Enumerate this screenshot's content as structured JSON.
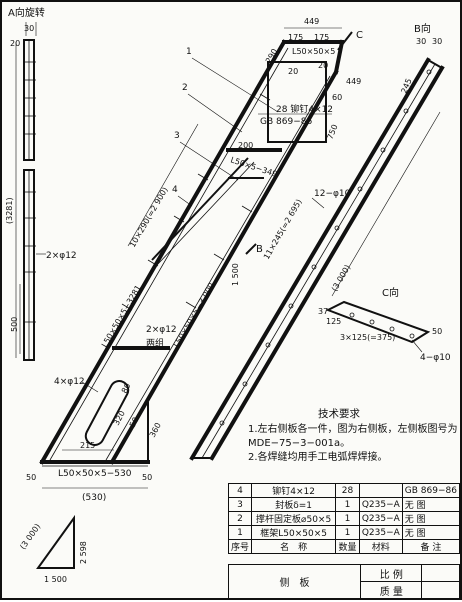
{
  "views": {
    "a_view": "A向旋转",
    "b_view": "B向",
    "c_view": "C向",
    "c_arrow": "C",
    "b_arrow": "B"
  },
  "dims": {
    "left_30": "30",
    "left_20": "20",
    "left_3281": "(3281)",
    "left_2phi12": "2×φ12",
    "left_500": "500",
    "top_449a": "449",
    "top_175a": "175",
    "top_175b": "175",
    "top_290": "290",
    "top_L50": "L50×50×5",
    "top_449b": "449",
    "top_20a": "20",
    "top_20b": "20",
    "top_60": "60",
    "top_750": "750",
    "rivet_note": "28  铆钉4×12",
    "gb_note": "GB 869−86",
    "mid_200": "200",
    "mid_L50_349": "L50×5−349",
    "mid_2900": "10×290(=2 900)",
    "long_L50_3281": "L50×50×5−3281",
    "long_L50_3000": "L50×50×5−3 000",
    "phi_1500": "1 500",
    "two_phi12": "2×φ12",
    "two_sets": "两组",
    "b_label": "B",
    "p_2695": "11×245(=2 695)",
    "p_12phi10": "12−φ10",
    "p_3000": "(3 000)",
    "b_245": "245",
    "b_30a": "30",
    "b_30b": "30",
    "four_phi12": "4×φ12",
    "slot_80": "80",
    "slot_320": "320",
    "slot_50": "50",
    "slot_360": "360",
    "slot_215": "215",
    "base_50a": "50",
    "base_L50": "L50×50×5−530",
    "base_50b": "50",
    "base_530": "(530)",
    "c_37": "37",
    "c_125": "125",
    "c_3x125": "3×125(=375)",
    "c_50": "50",
    "c_4phi10": "4−φ10",
    "tri_3000": "(3 000)",
    "tri_2598": "2 598",
    "tri_1500": "1 500",
    "tag_1": "1",
    "tag_2": "2",
    "tag_3": "3",
    "tag_4": "4"
  },
  "notes": {
    "title": "技术要求",
    "line1": "1.左右侧板各一件，图为右侧板，左侧板图号为 MDE−75−3−001a。",
    "line2": "2.各焊缝均用手工电弧焊焊接。"
  },
  "parts_rows": [
    [
      "4",
      "铆钉4×12",
      "28",
      "",
      "GB 869−86"
    ],
    [
      "3",
      "封板δ=1",
      "1",
      "Q235−A",
      "无  图"
    ],
    [
      "2",
      "撑杆固定板⌀50×5",
      "1",
      "Q235−A",
      "无  图"
    ],
    [
      "1",
      "框架L50×50×5",
      "1",
      "Q235−A",
      "无  图"
    ]
  ],
  "parts_header": [
    "序号",
    "名　称",
    "数量",
    "材料",
    "备  注"
  ],
  "footer": {
    "name": "侧　板",
    "scale_label": "比  例",
    "mass_label": "质  量"
  }
}
